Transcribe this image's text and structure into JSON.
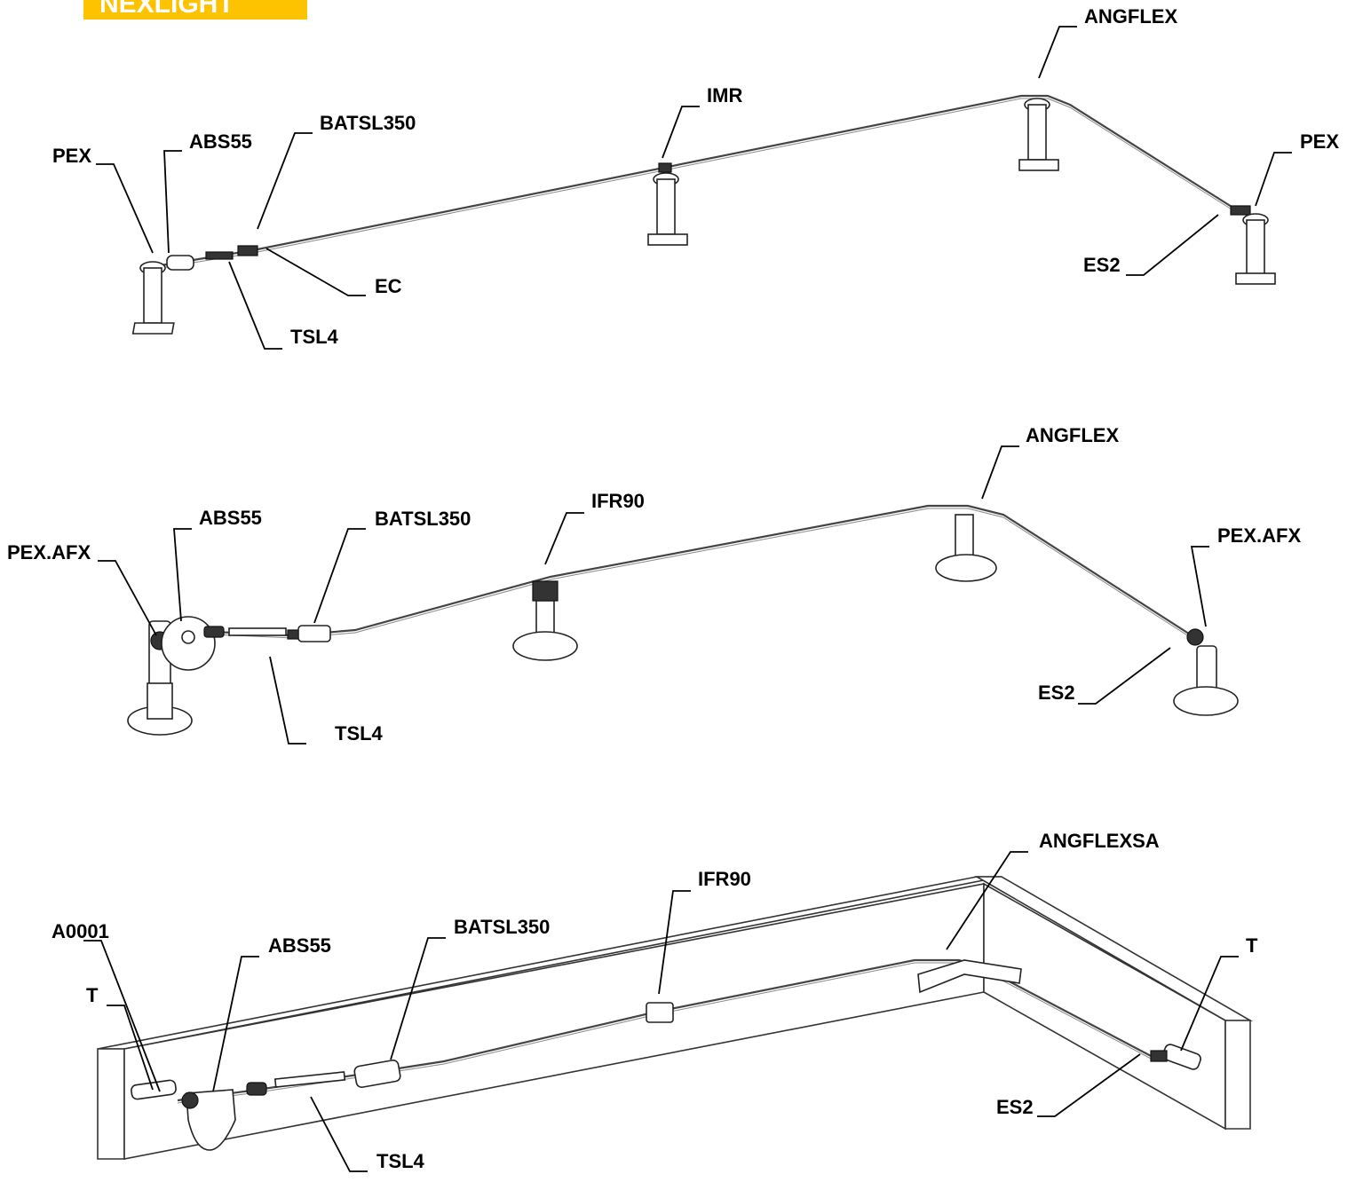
{
  "header": {
    "text": "NEXLIGHT",
    "color": "#FDC300"
  },
  "diagrams": [
    {
      "name": "rooftop-pex",
      "labels": {
        "pex_left": "PEX",
        "abs55": "ABS55",
        "batsl350": "BATSL350",
        "imr": "IMR",
        "angflex": "ANGFLEX",
        "pex_right": "PEX",
        "ec": "EC",
        "tsl4": "TSL4",
        "es2": "ES2"
      }
    },
    {
      "name": "rooftop-pex-afx",
      "labels": {
        "pex_afx_left": "PEX.AFX",
        "abs55": "ABS55",
        "batsl350": "BATSL350",
        "ifr90": "IFR90",
        "angflex": "ANGFLEX",
        "pex_afx_right": "PEX.AFX",
        "tsl4": "TSL4",
        "es2": "ES2"
      }
    },
    {
      "name": "wall-mounted",
      "labels": {
        "a0001": "A0001",
        "t_left": "T",
        "abs55": "ABS55",
        "batsl350": "BATSL350",
        "ifr90": "IFR90",
        "angflexsa": "ANGFLEXSA",
        "t_right": "T",
        "es2": "ES2",
        "tsl4": "TSL4"
      }
    }
  ]
}
